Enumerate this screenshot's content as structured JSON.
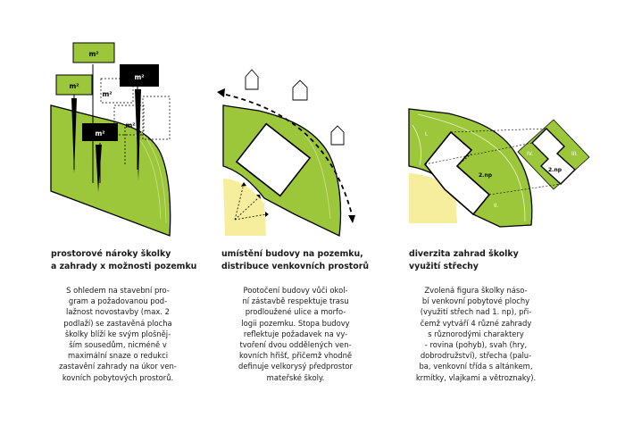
{
  "colors": {
    "green": "#9dc73a",
    "yellow": "#f6ee9d",
    "black": "#000000",
    "white": "#ffffff"
  },
  "diagram1": {
    "area_labels": [
      "m²",
      "m²",
      "m²",
      "m²",
      "m²"
    ]
  },
  "diagram3": {
    "garden_labels": [
      "I.",
      "II.",
      "III.",
      "IV."
    ],
    "floor_labels": [
      "2.np",
      "2.np"
    ]
  },
  "columns": [
    {
      "heading": "prostorové nároky školky\na zahrady x možnosti pozemku",
      "body": "S ohledem na stavební pro-\ngram a požadovanou pod-\nlažnost novostavby (max. 2\npodlaží) se zastavěná plocha\nškolky blíží ke svým plošněj-\nším sousedům, nicméně v\nmaximální snaze o redukci\nzastavění zahrady na úkor ven-\nkovních pobytových prostorů."
    },
    {
      "heading": "umístění budovy na pozemku,\ndistribuce venkovních prostorů",
      "body": "Pootočení budovy vůči okol-\nní zástavbě respektuje trasu\nprodloužené ulice a morfo-\nlogii pozemku. Stopa budovy\nreflektuje požadavek na vy-\ntvoření dvou oddělených ven-\nkovních hřišť, přičemž vhodně\ndefinuje velkorysý předprostor\nmateřské školy."
    },
    {
      "heading": "diverzita zahrad školky\nvyužití střechy",
      "body": "Zvolená figura školky náso-\nbí venkovní pobytové plochy\n(využití střech nad 1. np), při-\nčemž vytváří 4 různé zahrady\ns různorodými charaktery\n- rovina (pohyb), svah (hry,\ndobrodružství), střecha (palu-\nba, venkovní třída s altánkem,\nkrmítky, vlajkami a větroznaky)."
    }
  ]
}
